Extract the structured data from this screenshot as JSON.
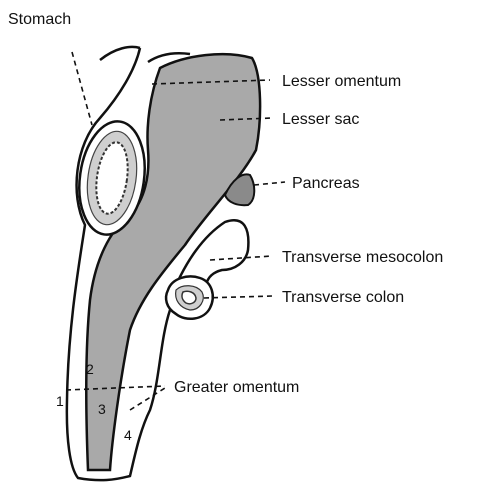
{
  "labels": {
    "stomach": "Stomach",
    "lesser_omentum": "Lesser omentum",
    "lesser_sac": "Lesser sac",
    "pancreas": "Pancreas",
    "transverse_mesocolon": "Transverse mesocolon",
    "transverse_colon": "Transverse colon",
    "greater_omentum": "Greater omentum"
  },
  "layer_numbers": {
    "n1": "1",
    "n2": "2",
    "n3": "3",
    "n4": "4"
  },
  "colors": {
    "lesser_sac_fill": "#a9a9a9",
    "pancreas_fill": "#8a8a8a",
    "outline": "#111111"
  }
}
